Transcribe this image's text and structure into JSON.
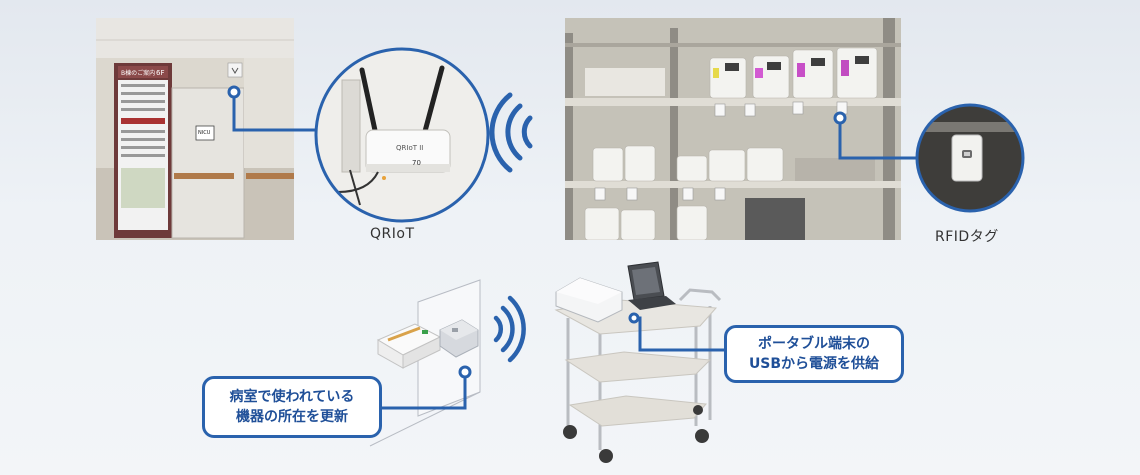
{
  "captions": {
    "reader": "QRIoT",
    "tag": "RFIDタグ"
  },
  "callouts": {
    "portable": [
      "ポータブル端末の",
      "USBから電源を供給"
    ],
    "room": [
      "病室で使われている",
      "機器の所在を更新"
    ]
  },
  "photo_text": {
    "floor_sign_title": "B棟のご案内",
    "floor_sign_floor": "6F",
    "nicu_sign": "NICU",
    "reader_label": "QRIoT II",
    "reader_number": "70"
  },
  "colors": {
    "accent": "#2a62ad",
    "callout_text": "#1f4f98"
  }
}
